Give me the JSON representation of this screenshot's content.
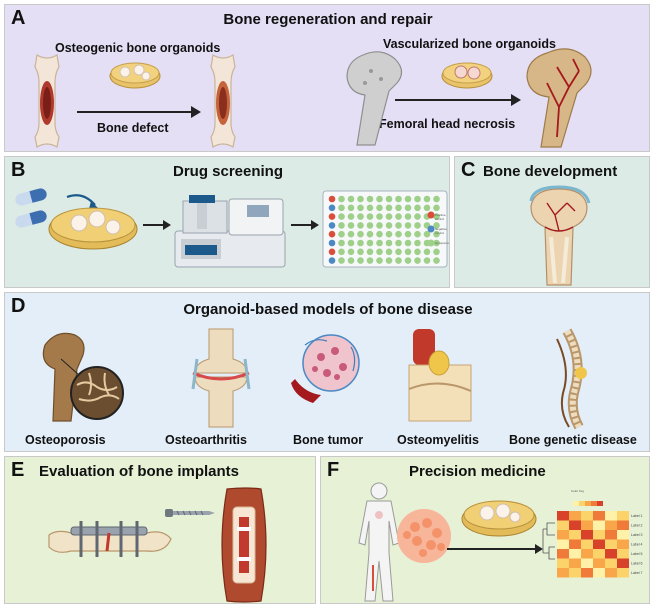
{
  "panelA": {
    "letter": "A",
    "title": "Bone regeneration and repair",
    "label_osteogenic": "Osteogenic bone organoids",
    "label_defect": "Bone defect",
    "label_vascularized": "Vascularized bone organoids",
    "label_necrosis": "Femoral head necrosis"
  },
  "panelB": {
    "letter": "B",
    "title": "Drug screening",
    "legend": [
      "Positive control",
      "Negative control",
      "Compound"
    ]
  },
  "panelC": {
    "letter": "C",
    "title": "Bone development"
  },
  "panelD": {
    "letter": "D",
    "title": "Organoid-based models of bone  disease",
    "diseases": [
      "Osteoporosis",
      "Osteoarthritis",
      "Bone tumor",
      "Osteomyelitis",
      "Bone genetic disease"
    ]
  },
  "panelE": {
    "letter": "E",
    "title": "Evaluation of bone implants"
  },
  "panelF": {
    "letter": "F",
    "title": "Precision medicine",
    "heatmap_title": "Color Key",
    "heatmap_row_labels": [
      "Label 1",
      "Label 2",
      "Label 3",
      "Label 4",
      "Label 5",
      "Label 6",
      "Label 7"
    ]
  },
  "colors": {
    "panelA_bg": "#e4dff5",
    "panelB_bg": "#dcebe6",
    "panelC_bg": "#dcebe6",
    "panelD_bg": "#e3eef8",
    "panelE_bg": "#e7f1d6",
    "panelF_bg": "#e7f1d6"
  }
}
